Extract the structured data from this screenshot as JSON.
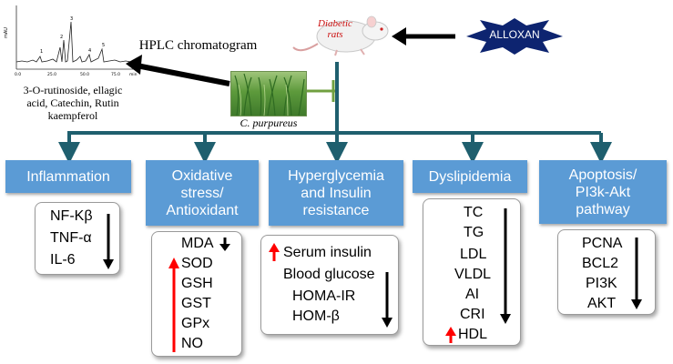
{
  "hplc": {
    "label": "HPLC chromatogram",
    "compounds_line1": "3-O-rutinoside, ellagic",
    "compounds_line2": "acid, Catechin, Rutin",
    "compounds_line3": "kaempferol",
    "chart_y_label": "mAU",
    "peak_labels": [
      "1",
      "2",
      "3",
      "4",
      "5"
    ],
    "x_ticks": [
      "0.0",
      "25.0",
      "50.0",
      "75.0"
    ],
    "x_unit": "min"
  },
  "plant": {
    "name": "C. purpureus"
  },
  "rat": {
    "line1": "Diabetic",
    "line2": "rats"
  },
  "alloxan": {
    "label": "ALLOXAN"
  },
  "categories": {
    "inflammation": "Inflammation",
    "oxidative_1": "Oxidative",
    "oxidative_2": "stress/",
    "oxidative_3": "Antioxidant",
    "hyper_1": "Hyperglycemia",
    "hyper_2": "and Insulin",
    "hyper_3": "resistance",
    "dyslipidemia": "Dyslipidemia",
    "apoptosis_1": "Apoptosis/",
    "apoptosis_2": "PI3k-Akt",
    "apoptosis_3": "pathway"
  },
  "markers": {
    "inflammation": [
      "NF-Kβ",
      "TNF-α",
      "IL-6"
    ],
    "oxidative": [
      "MDA",
      "SOD",
      "GSH",
      "GST",
      "GPx",
      "NO"
    ],
    "hyperglycemia": [
      "Serum insulin",
      "Blood glucose",
      "HOMA-IR",
      "HOM-β"
    ],
    "dyslipidemia": [
      "TC",
      "TG",
      "LDL",
      "VLDL",
      "AI",
      "CRI",
      "HDL"
    ],
    "apoptosis": [
      "PCNA",
      "BCL2",
      "PI3K",
      "AKT"
    ]
  },
  "colors": {
    "category_fill": "#5b9bd5",
    "connector": "#1f5f6e",
    "increase_arrow": "#ff0000",
    "decrease_arrow": "#000000",
    "alloxan_star": "#0d2470",
    "inhibit_line": "#70a040"
  }
}
